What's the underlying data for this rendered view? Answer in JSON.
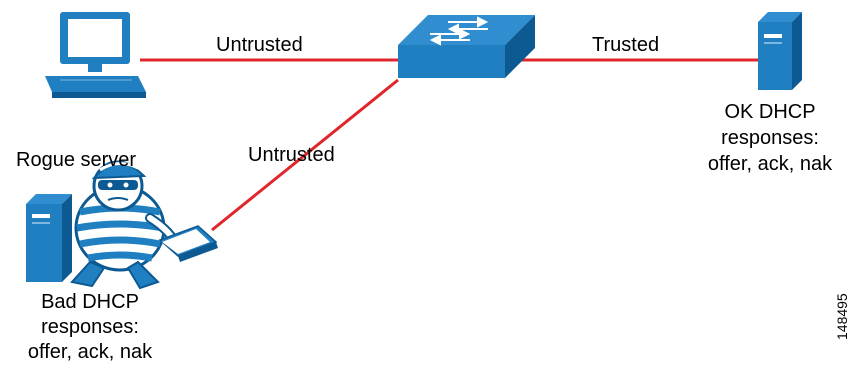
{
  "links": {
    "pc_to_switch": "Untrusted",
    "switch_to_server": "Trusted",
    "rogue_to_switch": "Untrusted"
  },
  "rogue": {
    "title": "Rogue server",
    "responses_line1": "Bad DHCP",
    "responses_line2": "responses:",
    "responses_line3": "offer, ack, nak"
  },
  "trusted_server": {
    "responses_line1": "OK DHCP",
    "responses_line2": "responses:",
    "responses_line3": "offer, ack, nak"
  },
  "figure_id": "148495",
  "colors": {
    "link_red": "#e0262b",
    "device_blue": "#1f7fc1",
    "device_dark": "#0d5a93"
  }
}
